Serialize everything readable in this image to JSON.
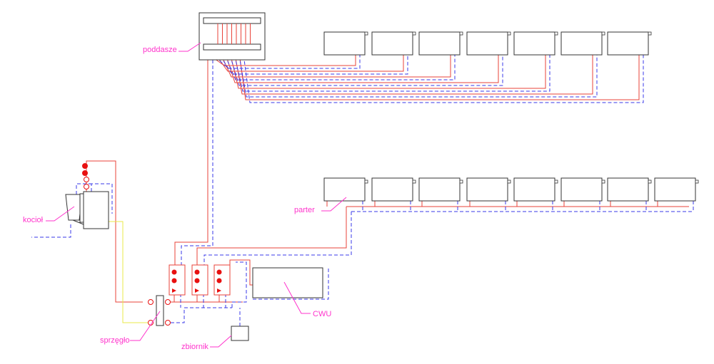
{
  "colors": {
    "supply": "#e8433a",
    "return": "#3a3ae8",
    "outline": "#333333",
    "label": "#ff33cc",
    "fuel": "#e8e84a",
    "component": "#e81010"
  },
  "labels": {
    "poddasze": "poddasze",
    "parter": "parter",
    "kociol": "kocioł",
    "cwu": "CWU",
    "sprzeglo": "sprzęgło",
    "zbiornik": "zbiornik"
  }
}
